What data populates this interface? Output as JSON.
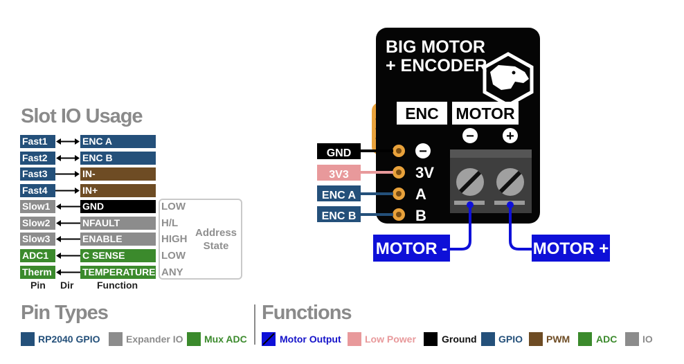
{
  "slot_io": {
    "title": "Slot IO Usage",
    "rows": [
      {
        "pin": "Fast1",
        "dir": "both",
        "function": "ENC A",
        "pin_type": "rp2040",
        "fn_type": "gpio"
      },
      {
        "pin": "Fast2",
        "dir": "both",
        "function": "ENC B",
        "pin_type": "rp2040",
        "fn_type": "gpio"
      },
      {
        "pin": "Fast3",
        "dir": "right",
        "function": "IN-",
        "pin_type": "rp2040",
        "fn_type": "pwm"
      },
      {
        "pin": "Fast4",
        "dir": "right",
        "function": "IN+",
        "pin_type": "rp2040",
        "fn_type": "pwm"
      },
      {
        "pin": "Slow1",
        "dir": "left",
        "function": "GND",
        "pin_type": "expander",
        "fn_type": "ground"
      },
      {
        "pin": "Slow2",
        "dir": "left",
        "function": "NFAULT",
        "pin_type": "expander",
        "fn_type": "io"
      },
      {
        "pin": "Slow3",
        "dir": "left",
        "function": "ENABLE",
        "pin_type": "expander",
        "fn_type": "io"
      },
      {
        "pin": "ADC1",
        "dir": "left",
        "function": "C SENSE",
        "pin_type": "muxadc",
        "fn_type": "adc"
      },
      {
        "pin": "Therm",
        "dir": "left",
        "function": "TEMPERATURE",
        "pin_type": "muxadc",
        "fn_type": "adc"
      }
    ],
    "address_states": [
      "LOW",
      "H/L",
      "HIGH",
      "LOW",
      "ANY"
    ],
    "address_label_1": "Address",
    "address_label_2": "State",
    "col_pin": "Pin",
    "col_dir": "Dir",
    "col_function": "Function"
  },
  "board": {
    "title_line1": "BIG MOTOR",
    "title_line2": "+ ENCODER",
    "enc_label": "ENC",
    "motor_label": "MOTOR",
    "minus_sign": "−",
    "plus_sign": "+",
    "header_pins": [
      {
        "label": "GND",
        "side": "−",
        "fn_type": "ground"
      },
      {
        "label": "3V3",
        "side": "3V",
        "fn_type": "lowpower"
      },
      {
        "label": "ENC A",
        "side": "A",
        "fn_type": "gpio"
      },
      {
        "label": "ENC B",
        "side": "B",
        "fn_type": "gpio"
      }
    ],
    "motor_minus": "MOTOR -",
    "motor_plus": "MOTOR +"
  },
  "pin_types": {
    "title": "Pin Types",
    "items": [
      {
        "label": "RP2040 GPIO",
        "color": "#24507a"
      },
      {
        "label": "Expander IO",
        "color": "#8c8c8c"
      },
      {
        "label": "Mux ADC",
        "color": "#3b8a2c"
      }
    ]
  },
  "functions": {
    "title": "Functions",
    "items": [
      {
        "label": "Motor Output",
        "color": "#0e10d8",
        "text_color": "#1412c9"
      },
      {
        "label": "Low Power",
        "color": "#e8999b",
        "text_color": "#e8999b"
      },
      {
        "label": "Ground",
        "color": "#000000",
        "text_color": "#111111"
      },
      {
        "label": "GPIO",
        "color": "#24507a",
        "text_color": "#24507a"
      },
      {
        "label": "PWM",
        "color": "#6e4c24",
        "text_color": "#6e4c24"
      },
      {
        "label": "ADC",
        "color": "#3b8a2c",
        "text_color": "#3b8a2c"
      },
      {
        "label": "IO",
        "color": "#8c8c8c",
        "text_color": "#8c8c8c"
      }
    ]
  },
  "colors": {
    "rp2040": "#24507a",
    "expander": "#8c8c8c",
    "muxadc": "#3b8a2c",
    "gpio": "#24507a",
    "pwm": "#6e4c24",
    "ground": "#000000",
    "io": "#8c8c8c",
    "adc": "#3b8a2c",
    "lowpower": "#e8999b",
    "motor": "#0e10d8",
    "gold": "#e9a23b"
  }
}
